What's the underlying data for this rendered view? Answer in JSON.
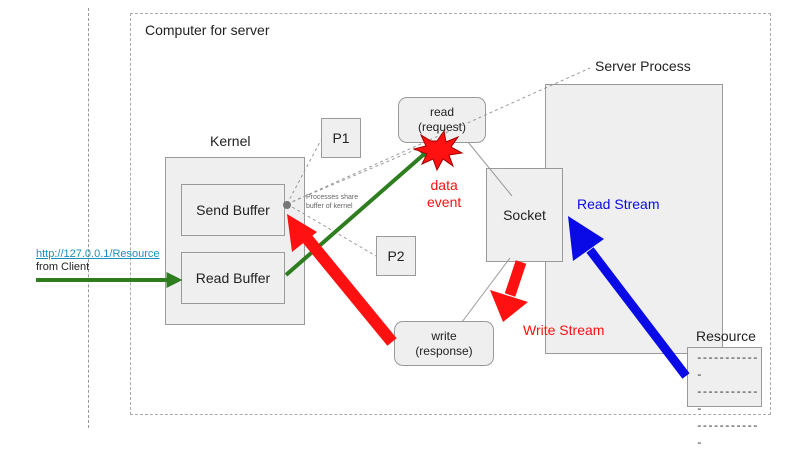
{
  "container": {
    "title": "Computer for server"
  },
  "kernel": {
    "title": "Kernel",
    "send_buffer": "Send Buffer",
    "read_buffer": "Read Buffer",
    "share_note_line1": "Processes share",
    "share_note_line2": "buffer of kernel"
  },
  "processes": {
    "p1": "P1",
    "p2": "P2"
  },
  "server_process": {
    "title": "Server Process",
    "socket": "Socket"
  },
  "read_request": {
    "line1": "read",
    "line2": "(request)"
  },
  "write_response": {
    "line1": "write",
    "line2": "(response)"
  },
  "data_event": {
    "line1": "data",
    "line2": "event"
  },
  "streams": {
    "read_stream": "Read Stream",
    "write_stream": "Write Stream"
  },
  "client": {
    "url": "http://127.0.0.1/Resource",
    "from": "from Client"
  },
  "resource": {
    "title": "Resource",
    "lines": [
      "------------",
      "------------",
      "------------"
    ]
  },
  "colors": {
    "green": "#2e7d1f",
    "red": "#ff1111",
    "blue": "#0a0ae6",
    "link": "#1d8fbf"
  }
}
